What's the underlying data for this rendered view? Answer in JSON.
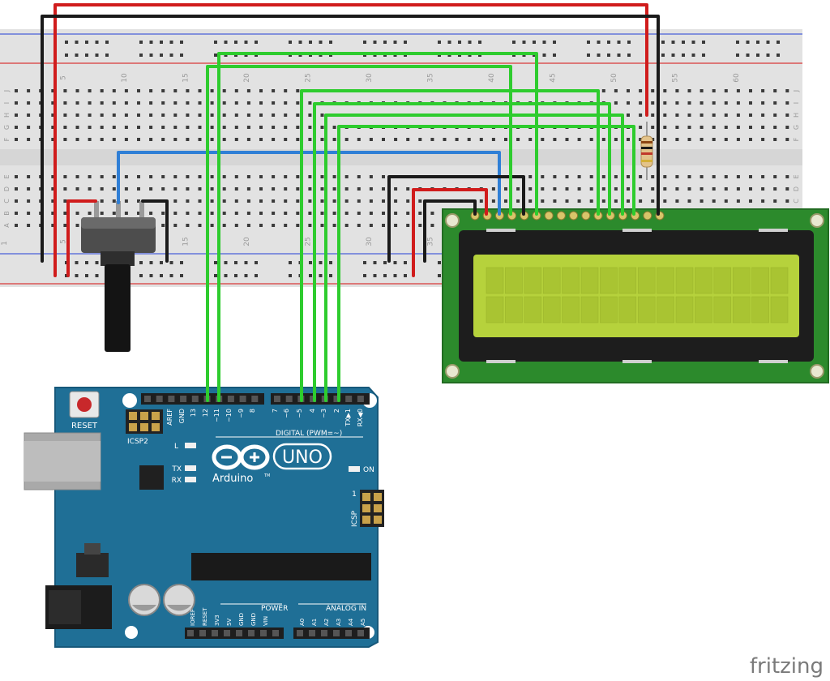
{
  "breadboard": {
    "col_numbers": [
      "5",
      "10",
      "15",
      "20",
      "25",
      "30",
      "35",
      "40",
      "45",
      "50",
      "55",
      "60"
    ],
    "row_letters_top": [
      "J",
      "I",
      "H",
      "G",
      "F"
    ],
    "row_letters_bottom": [
      "E",
      "D",
      "C",
      "B",
      "A"
    ],
    "start_number": "1"
  },
  "arduino": {
    "reset_label": "RESET",
    "icsp2_label": "ICSP2",
    "icsp_label": "ICSP",
    "icsp_pin1": "1",
    "digital_label": "DIGITAL (PWM=~)",
    "digital_pins": [
      "AREF",
      "GND",
      "13",
      "12",
      "~11",
      "~10",
      "~9",
      "8",
      "7",
      "~6",
      "~5",
      "4",
      "~3",
      "2",
      "TX▶1",
      "RX◀0"
    ],
    "led_l": "L",
    "led_tx": "TX",
    "led_rx": "RX",
    "led_on": "ON",
    "uno_label": "UNO",
    "brand": "Arduino",
    "tm": "TM",
    "power_label": "POWER",
    "analog_label": "ANALOG IN",
    "power_pins": [
      "IOREF",
      "RESET",
      "3V3",
      "5V",
      "GND",
      "GND",
      "VIN"
    ],
    "analog_pins": [
      "A0",
      "A1",
      "A2",
      "A3",
      "A4",
      "A5"
    ]
  },
  "watermark": "fritzing",
  "colors": {
    "arduino_board": "#1f6f96",
    "lcd_pcb": "#2c8a2c",
    "lcd_screen": "#b6d23c",
    "wire_red": "#d01c1c",
    "wire_black": "#1a1a1a",
    "wire_green": "#2ecc2e",
    "wire_blue": "#2f7fd6"
  }
}
